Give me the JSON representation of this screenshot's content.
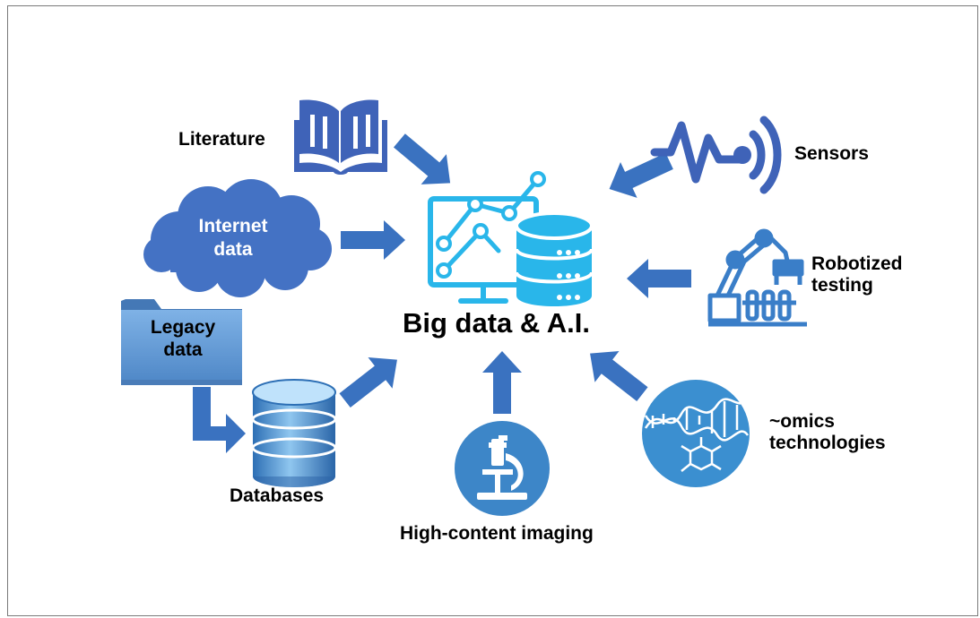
{
  "center": {
    "label": "Big data & A.I."
  },
  "sources": {
    "literature": {
      "label": "Literature",
      "icon": "book-icon"
    },
    "internet": {
      "label_line1": "Internet",
      "label_line2": "data",
      "icon": "cloud-icon"
    },
    "legacy": {
      "label_line1": "Legacy",
      "label_line2": "data",
      "icon": "folder-icon"
    },
    "databases": {
      "label": "Databases",
      "icon": "database-icon"
    },
    "imaging": {
      "label": "High-content imaging",
      "icon": "microscope-icon"
    },
    "omics": {
      "label_line1": "~omics",
      "label_line2": "technologies",
      "icon": "dna-molecule-icon"
    },
    "robotized": {
      "label_line1": "Robotized",
      "label_line2": "testing",
      "icon": "robot-arm-icon"
    },
    "sensors": {
      "label": "Sensors",
      "icon": "sensor-wave-icon"
    }
  },
  "colors": {
    "arrow": "#3a72c0",
    "icon_blue": "#3f63b8",
    "center_icon": "#29b6ea",
    "cloud": "#4472c4",
    "folder": "#6a9fd8",
    "circle": "#3d86c8"
  }
}
